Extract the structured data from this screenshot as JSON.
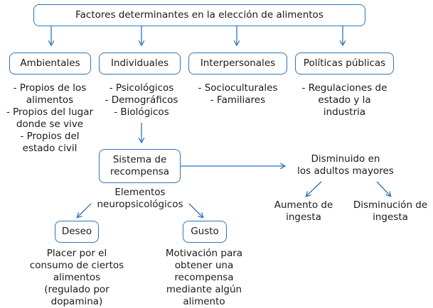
{
  "title": "Factores determinantes en la elección de alimentos",
  "categories": [
    {
      "label": "Ambientales",
      "items": [
        "- Propios de los",
        "alimentos",
        "- Propios del lugar",
        "donde se vive",
        "- Propios del",
        "estado civil"
      ]
    },
    {
      "label": "Individuales",
      "items": [
        "- Psicológicos",
        "- Demográficos",
        "- Biológicos"
      ]
    },
    {
      "label": "Interpersonales",
      "items": [
        "- Socioculturales",
        "- Familiares"
      ]
    },
    {
      "label": "Políticas públicas",
      "items": [
        "- Regulaciones de",
        "estado y la",
        "industria"
      ]
    }
  ],
  "reward": {
    "line1": "Sistema de",
    "line2": "recompensa"
  },
  "elderly": {
    "line1": "Disminuido en",
    "line2": "los adultos mayores"
  },
  "increase": {
    "line1": "Aumento de",
    "line2": "ingesta"
  },
  "decrease": {
    "line1": "Disminución de",
    "line2": "ingesta"
  },
  "elements": {
    "line1": "Elementos",
    "line2": "neuropsicológicos"
  },
  "desire": {
    "label": "Deseo",
    "desc": [
      "Placer por el",
      "consumo de ciertos",
      "alimentos",
      "(regulado por",
      "dopamina)"
    ]
  },
  "taste": {
    "label": "Gusto",
    "desc": [
      "Motivación para",
      "obtener una",
      "recompensa",
      "mediante algún",
      "alimento"
    ]
  },
  "colors": {
    "accent": "#2e75b6"
  }
}
